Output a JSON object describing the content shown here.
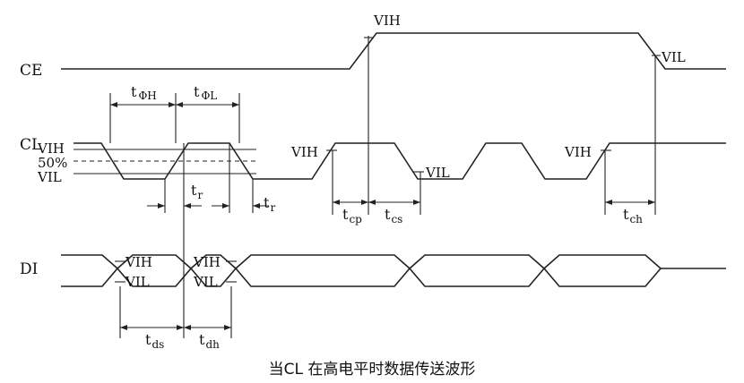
{
  "signals": {
    "ce": "CE",
    "cl": "CL",
    "di": "DI"
  },
  "levels": {
    "vih": "VIH",
    "vil": "VIL",
    "fifty": "50%"
  },
  "timing": {
    "t_phi_h": {
      "main": "t",
      "sub": "ΦH"
    },
    "t_phi_l": {
      "main": "t",
      "sub": "ΦL"
    },
    "t_r1": {
      "main": "t",
      "sub": "r"
    },
    "t_r2": {
      "main": "t",
      "sub": "r"
    },
    "t_cp": {
      "main": "t",
      "sub": "cp"
    },
    "t_cs": {
      "main": "t",
      "sub": "cs"
    },
    "t_ch": {
      "main": "t",
      "sub": "ch"
    },
    "t_ds": {
      "main": "t",
      "sub": "ds"
    },
    "t_dh": {
      "main": "t",
      "sub": "dh"
    }
  },
  "caption": "当CL 在高电平时数据传送波形"
}
